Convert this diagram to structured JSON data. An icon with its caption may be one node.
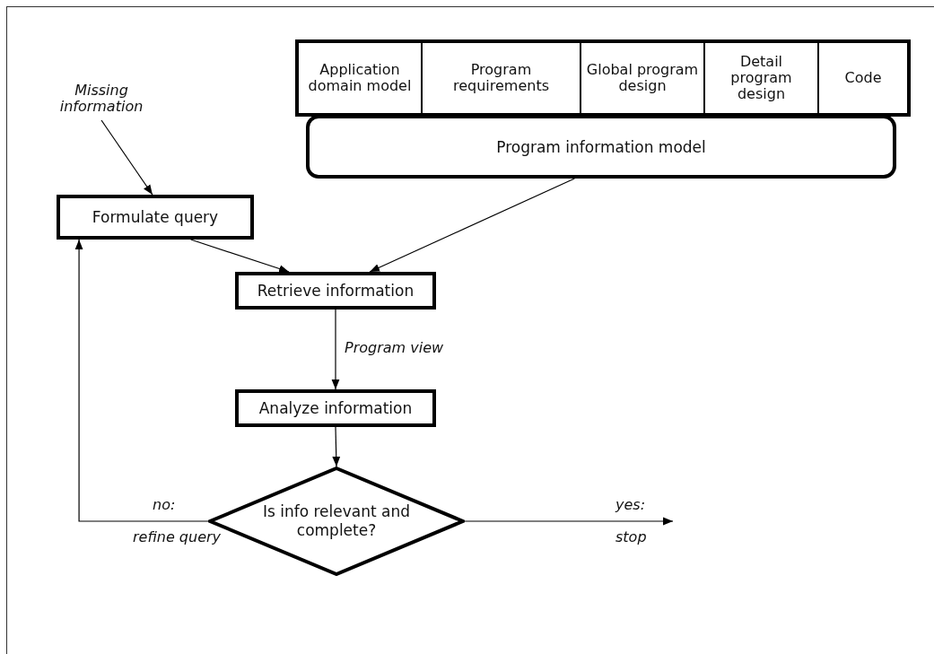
{
  "diagram": {
    "nodes": [
      {
        "text": [
          "Application domain model"
        ]
      },
      {
        "text": [
          "Program requirements"
        ]
      },
      {
        "text": [
          "Global program design"
        ]
      },
      {
        "text": [
          "Detail program design"
        ]
      },
      {
        "text": [
          "Code"
        ]
      },
      {
        "text": [
          "Program information model"
        ]
      },
      {
        "text": [
          "Missing information"
        ]
      },
      {
        "text": [
          "Formulate query"
        ]
      },
      {
        "text": [
          "Retrieve information"
        ]
      },
      {
        "text": [
          "Analyze information"
        ]
      },
      {
        "text": [
          "Is info relevant and complete?"
        ]
      }
    ],
    "edges": [
      {
        "from": 6,
        "to": 7,
        "arrow": "to"
      },
      {
        "from": 7,
        "to": 8,
        "arrow": "to"
      },
      {
        "from": 5,
        "to": 8,
        "arrow": "to"
      },
      {
        "from": 8,
        "to": 9,
        "arrow": "to",
        "label": "Program view"
      },
      {
        "from": 9,
        "to": 10,
        "arrow": "to"
      },
      {
        "from": 10,
        "to": 7,
        "arrow": "to",
        "label": "no:"
      },
      {
        "from": 10,
        "to": null,
        "arrow": "to",
        "label": "yes:"
      }
    ],
    "labels": [
      "refine query",
      "stop"
    ]
  }
}
